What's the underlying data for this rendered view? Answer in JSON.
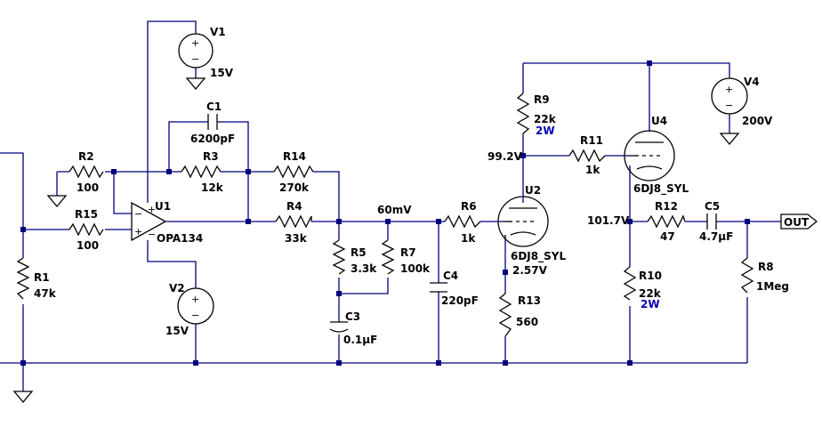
{
  "components": {
    "V1": {
      "name": "V1",
      "value": "15V"
    },
    "V2": {
      "name": "V2",
      "value": "15V"
    },
    "V4": {
      "name": "V4",
      "value": "200V"
    },
    "C1": {
      "name": "C1",
      "value": "6200pF"
    },
    "C3": {
      "name": "C3",
      "value": "0.1µF"
    },
    "C4": {
      "name": "C4",
      "value": "220pF"
    },
    "C5": {
      "name": "C5",
      "value": "4.7µF"
    },
    "R1": {
      "name": "R1",
      "value": "47k"
    },
    "R2": {
      "name": "R2",
      "value": "100"
    },
    "R3": {
      "name": "R3",
      "value": "12k"
    },
    "R4": {
      "name": "R4",
      "value": "33k"
    },
    "R5": {
      "name": "R5",
      "value": "3.3k"
    },
    "R6": {
      "name": "R6",
      "value": "1k"
    },
    "R7": {
      "name": "R7",
      "value": "100k"
    },
    "R8": {
      "name": "R8",
      "value": "1Meg"
    },
    "R9": {
      "name": "R9",
      "value": "22k",
      "rating": "2W"
    },
    "R10": {
      "name": "R10",
      "value": "22k",
      "rating": "2W"
    },
    "R11": {
      "name": "R11",
      "value": "1k"
    },
    "R12": {
      "name": "R12",
      "value": "47"
    },
    "R13": {
      "name": "R13",
      "value": "560"
    },
    "R14": {
      "name": "R14",
      "value": "270k"
    },
    "R15": {
      "name": "R15",
      "value": "100"
    },
    "U1": {
      "name": "U1",
      "model": "OPA134"
    },
    "U2": {
      "name": "U2",
      "model": "6DJ8_SYL"
    },
    "U4": {
      "name": "U4",
      "model": "6DJ8_SYL"
    }
  },
  "node_voltages": {
    "filter_node": "60mV",
    "u2_plate": "99.2V",
    "u2_cathode": "2.57V",
    "u4_cathode": "101.7V"
  },
  "ports": {
    "out": "OUT"
  },
  "symbols": {
    "plus": "+",
    "minus": "−"
  }
}
